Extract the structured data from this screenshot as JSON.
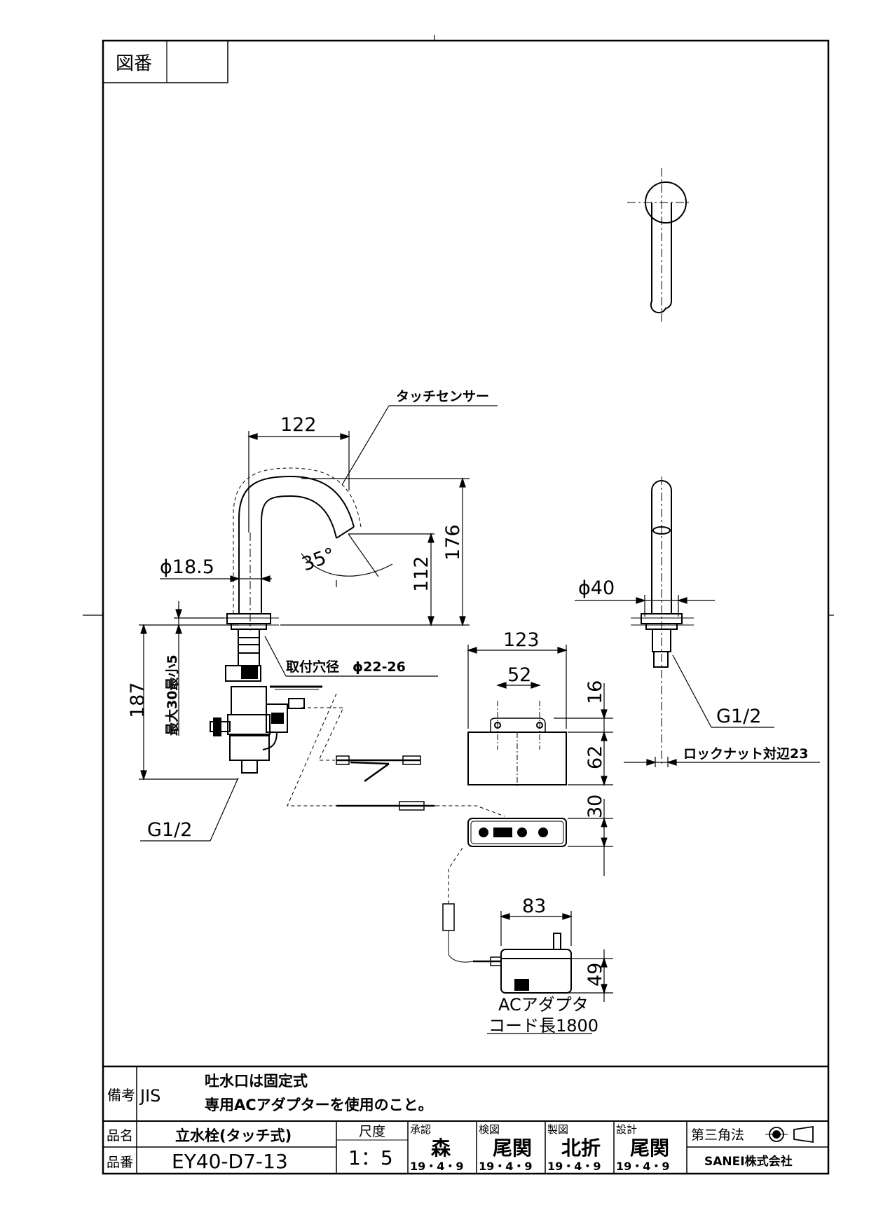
{
  "header": {
    "zuban_label": "図番",
    "zuban_value": ""
  },
  "drawing": {
    "front_view": {
      "sensor_label": "タッチセンサー",
      "dim_width": "122",
      "dim_height_total": "176",
      "dim_height_spout": "112",
      "spout_angle": "35°",
      "pipe_diameter": "ϕ18.5",
      "mount_hole": "取付穴径　ϕ22-26",
      "dim_length": "187",
      "counter_thickness": "最大30最小5",
      "thread_label": "G1/2"
    },
    "side_view": {
      "base_diameter": "ϕ40",
      "thread_label": "G1/2",
      "locknut_label": "ロックナット対辺23"
    },
    "control_box": {
      "width": "123",
      "hole_pitch": "52",
      "flange_h": "16",
      "body_h": "62"
    },
    "battery_box": {
      "height": "30"
    },
    "adapter": {
      "width": "83",
      "height": "49",
      "label_line1": "ACアダプタ",
      "label_line2": "コード長1800"
    }
  },
  "title_block": {
    "remarks_label": "備考",
    "remarks_std": "JIS",
    "remarks_line1": "吐水口は固定式",
    "remarks_line2": "専用ACアダプターを使用のこと。",
    "name_label": "品名",
    "name_value": "立水栓(タッチ式)",
    "number_label": "品番",
    "number_value": "EY40-D7-13",
    "scale_label": "尺度",
    "scale_value": "1：5",
    "approvals": [
      {
        "role": "承認",
        "name": "森",
        "date": "19・4・9"
      },
      {
        "role": "検図",
        "name": "尾関",
        "date": "19・4・9"
      },
      {
        "role": "製図",
        "name": "北折",
        "date": "19・4・9"
      },
      {
        "role": "設計",
        "name": "尾関",
        "date": "19・4・9"
      }
    ],
    "projection": "第三角法",
    "company": "SANEI株式会社"
  }
}
